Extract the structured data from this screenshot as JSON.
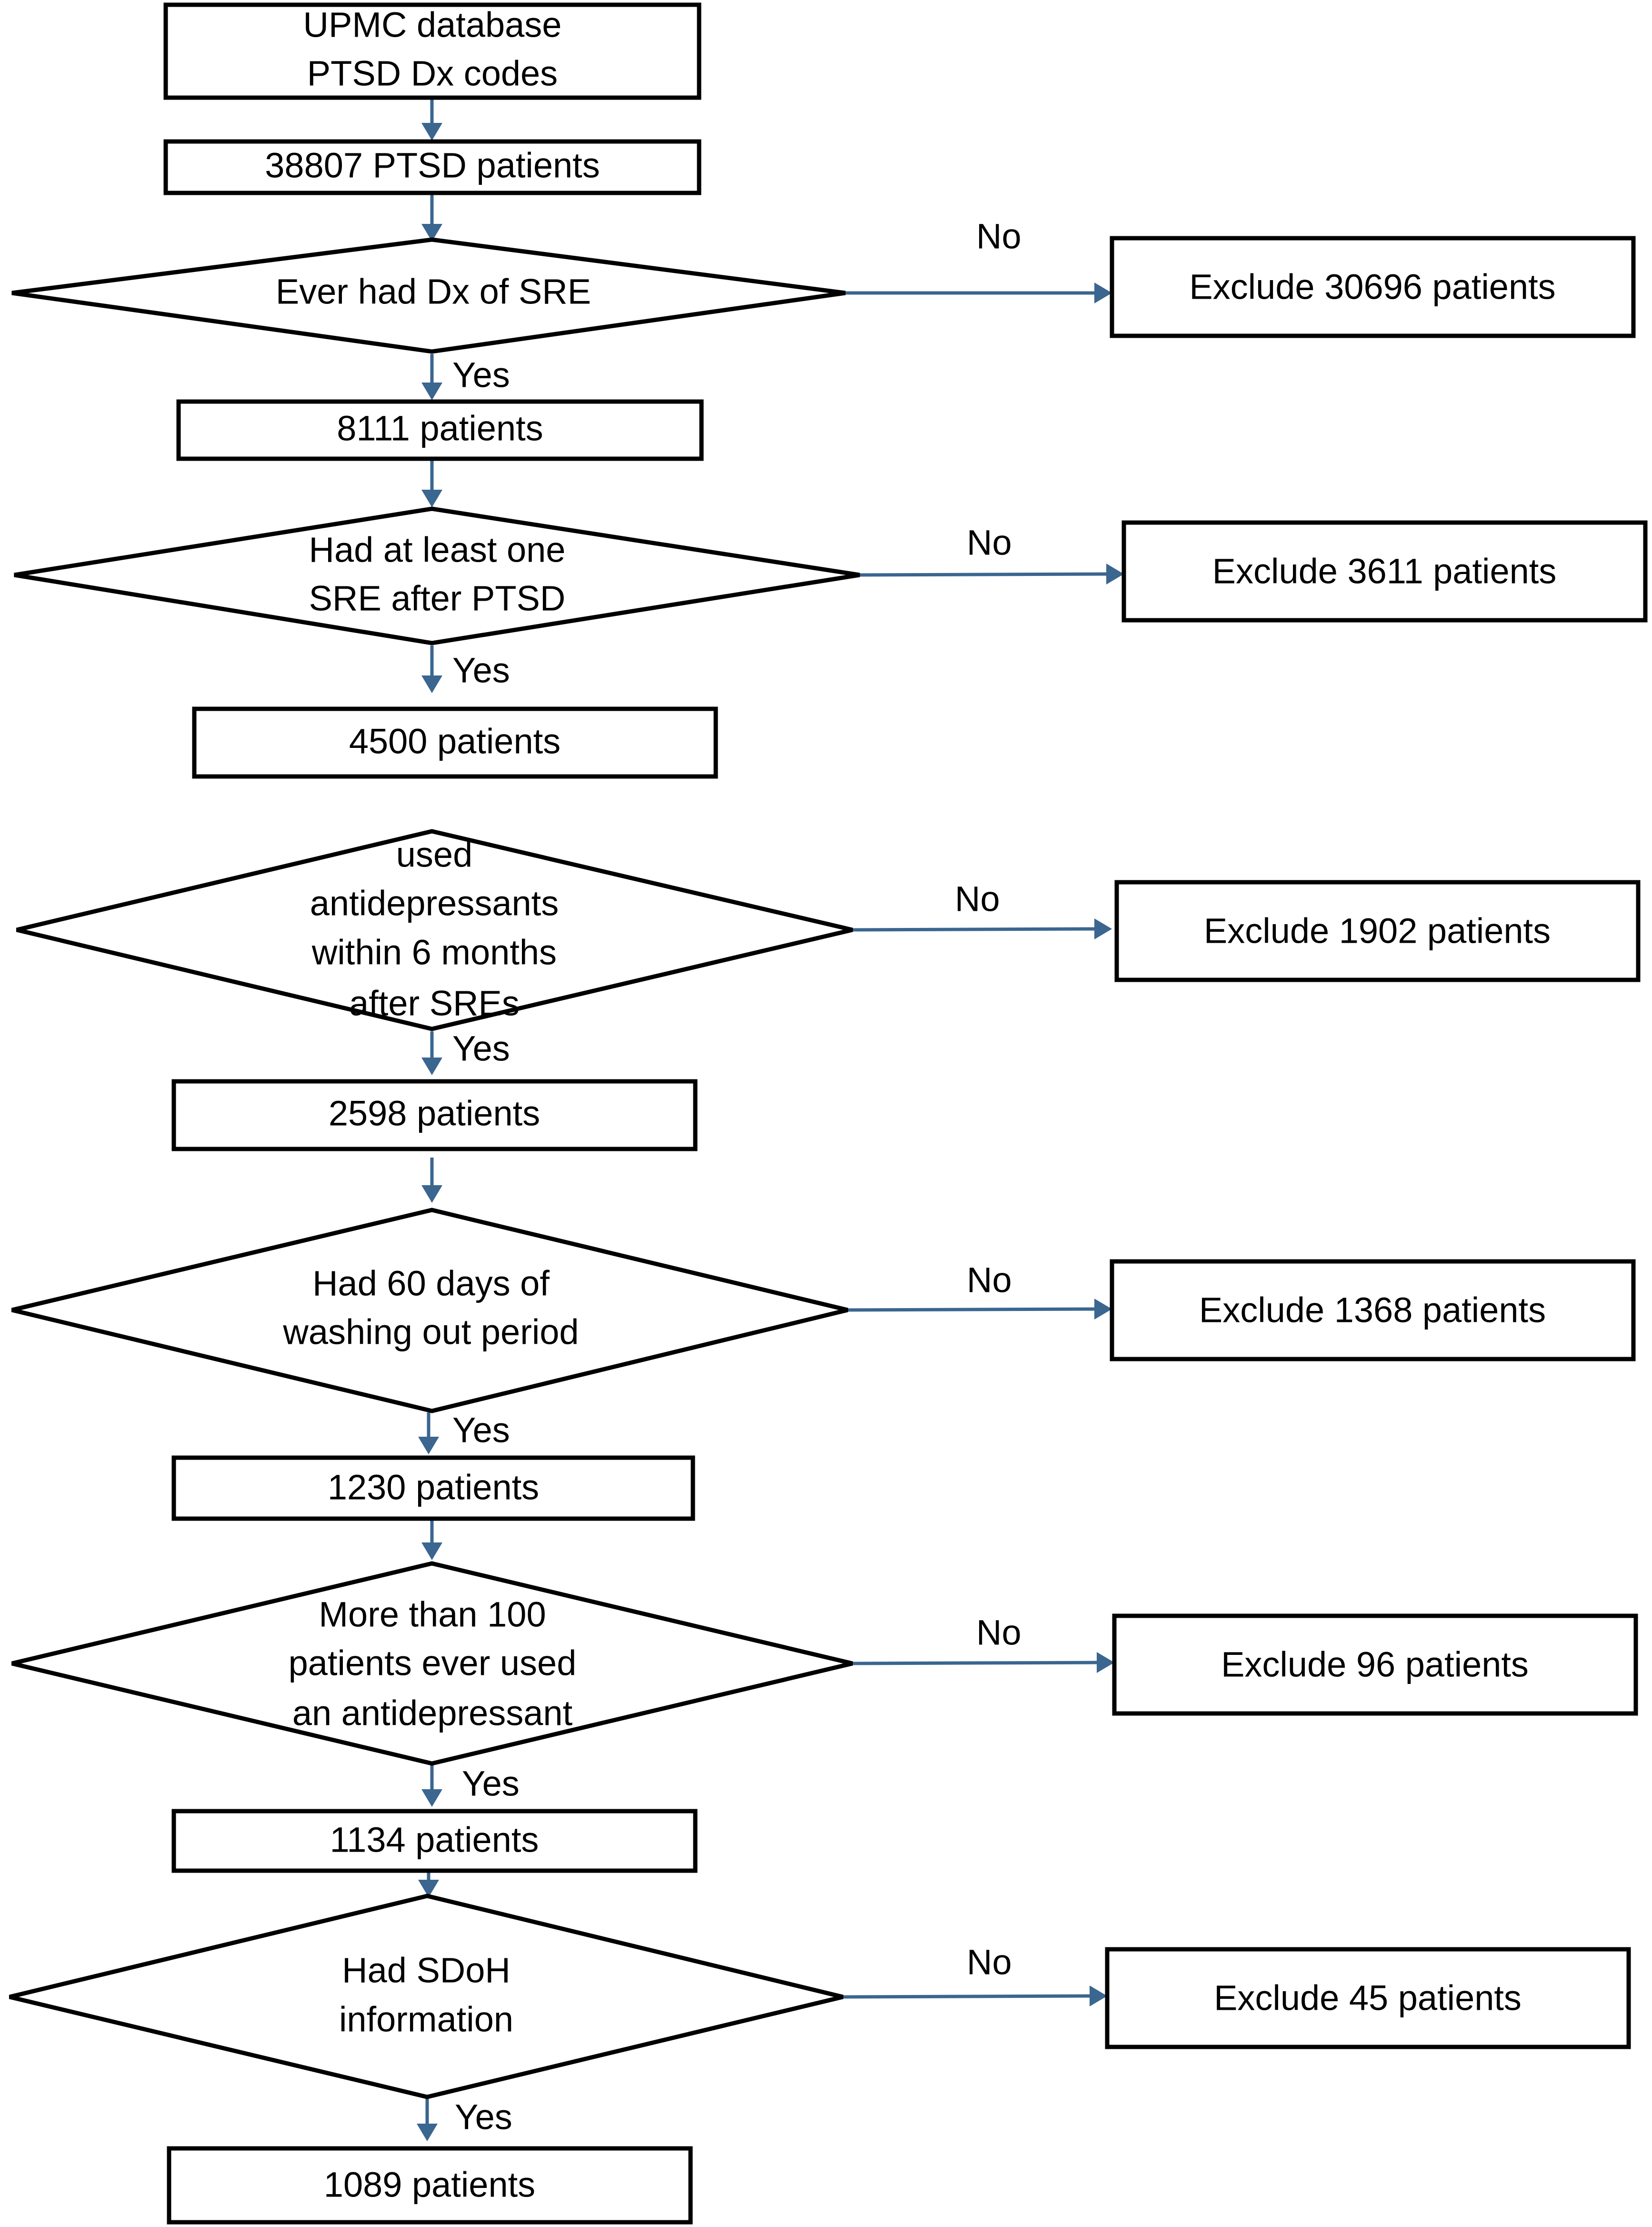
{
  "flow": {
    "start": {
      "line1": "UPMC database",
      "line2": "PTSD Dx codes"
    },
    "boxes": [
      "38807 PTSD patients",
      "8111 patients",
      "4500 patients",
      "2598 patients",
      "1230 patients",
      "1134 patients",
      "1089 patients"
    ],
    "decisions": [
      {
        "lines": [
          "Ever had Dx of SRE"
        ]
      },
      {
        "lines": [
          "Had at least one",
          "SRE after PTSD"
        ]
      },
      {
        "lines": [
          "used",
          "antidepressants",
          "within 6 months",
          "after SREs"
        ]
      },
      {
        "lines": [
          "Had 60 days of",
          "washing out period"
        ]
      },
      {
        "lines": [
          "More than 100",
          "patients ever used",
          "an antidepressant"
        ]
      },
      {
        "lines": [
          "Had SDoH",
          "information"
        ]
      }
    ],
    "exclusions": [
      "Exclude 30696 patients",
      "Exclude 3611 patients",
      "Exclude 1902 patients",
      "Exclude 1368 patients",
      "Exclude 96 patients",
      "Exclude 45 patients"
    ],
    "yes_label": "Yes",
    "no_label": "No"
  },
  "colors": {
    "connector": "#3a6690",
    "outline": "#000000",
    "background": "#ffffff"
  }
}
